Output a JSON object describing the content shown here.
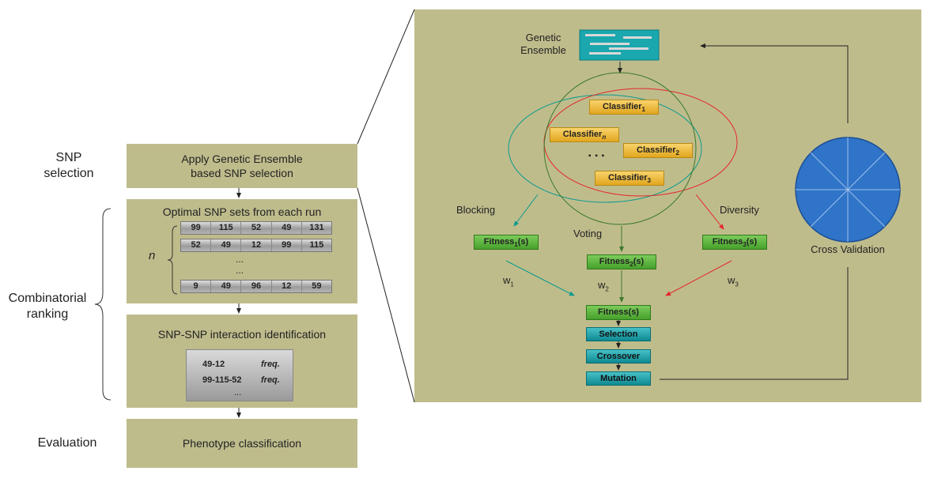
{
  "sides": {
    "snp_selection": [
      "SNP",
      "selection"
    ],
    "combinatorial": [
      "Combinatorial",
      "ranking"
    ],
    "evaluation": "Evaluation"
  },
  "boxes": {
    "apply": [
      "Apply Genetic Ensemble",
      "based SNP selection"
    ],
    "optimal_title": "Optimal SNP sets from each run",
    "n_label": "n",
    "rows": [
      [
        "99",
        "115",
        "52",
        "49",
        "131"
      ],
      [
        "52",
        "49",
        "12",
        "99",
        "115"
      ],
      [
        "9",
        "49",
        "96",
        "12",
        "59"
      ]
    ],
    "ellipsis": "...",
    "interaction_title": "SNP-SNP interaction identification",
    "pair1": "49-12",
    "pair2": "99-115-52",
    "freq": "freq.",
    "phenotype": "Phenotype classification"
  },
  "panel": {
    "genetic_ensemble": [
      "Genetic",
      "Ensemble"
    ],
    "classifier": "Classifier",
    "subs": {
      "c1": "1",
      "cn": "n",
      "c2": "2",
      "c3": "3",
      "f1": "1",
      "f2": "2",
      "f3": "3",
      "w1": "1",
      "w2": "2",
      "w3": "3"
    },
    "ellipsis_dots": "▪ ▪ ▪",
    "blocking": "Blocking",
    "voting": "Voting",
    "diversity": "Diversity",
    "fitness": "Fitness",
    "fitness_suffix": "(s)",
    "fitness_main": "Fitness(s)",
    "w": "w",
    "selection": "Selection",
    "crossover": "Crossover",
    "mutation": "Mutation",
    "cross_validation": "Cross Validation"
  },
  "colors": {
    "panel_bg": "#bfbc8c",
    "classifier": "#eab43a",
    "fitness": "#52a936",
    "genetic_op": "#14959c",
    "circle": "#2f74c8",
    "ellipse_red": "#e3282c",
    "ellipse_teal": "#0c9b8c",
    "ellipse_green": "#3a7a2a"
  }
}
